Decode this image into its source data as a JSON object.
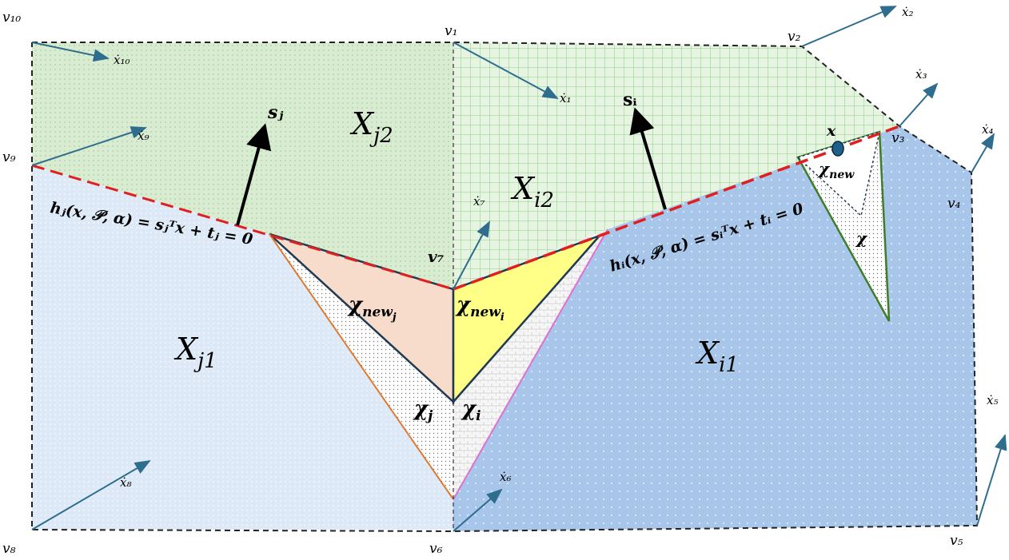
{
  "figure": {
    "vertices": {
      "v1": "v₁",
      "v2": "v₂",
      "v3": "v₃",
      "v4": "v₄",
      "v5": "v₅",
      "v6": "v₆",
      "v7": "v₇",
      "v8": "v₈",
      "v9": "v₉",
      "v10": "v₁₀"
    },
    "velocities": {
      "x1": "ẋ₁",
      "x2": "ẋ₂",
      "x3": "ẋ₃",
      "x4": "ẋ₄",
      "x5": "ẋ₅",
      "x6": "ẋ₆",
      "x7": "ẋ₇",
      "x8": "ẋ₈",
      "x9": "ẋ₉",
      "x10": "ẋ₁₀"
    },
    "regions": {
      "Xj1": "X",
      "Xj1_sub": "j1",
      "Xj2": "X",
      "Xj2_sub": "j2",
      "Xi1": "X",
      "Xi1_sub": "i1",
      "Xi2": "X",
      "Xi2_sub": "i2"
    },
    "sets": {
      "chi_new_j": "χ",
      "chi_new_j_sub": "new",
      "chi_new_j_subsub": "j",
      "chi_new_i": "χ",
      "chi_new_i_sub": "new",
      "chi_new_i_subsub": "i",
      "chi_j": "χ",
      "chi_j_sub": "j",
      "chi_i": "χ",
      "chi_i_sub": "i",
      "chi_new": "χ",
      "chi_new_sub": "new",
      "chi": "χ"
    },
    "equations": {
      "hj": "hⱼ(x, 𝒫, α) = sⱼᵀx + tⱼ = 0",
      "hi": "hᵢ(x, 𝒫, α) = sᵢᵀx + tᵢ = 0"
    },
    "normals": {
      "sj": "sⱼ",
      "si": "sᵢ"
    },
    "point": {
      "x": "x"
    },
    "colors": {
      "green_region": "#d9ecd2",
      "green_grid": "#6cc96a",
      "light_blue": "#dde9f7",
      "blue": "#a7c6ea",
      "orange_fill": "#f8dccb",
      "yellow_fill": "#ffff88",
      "hyperplane": "#e02020",
      "arrow": "#2f6d8e"
    }
  }
}
